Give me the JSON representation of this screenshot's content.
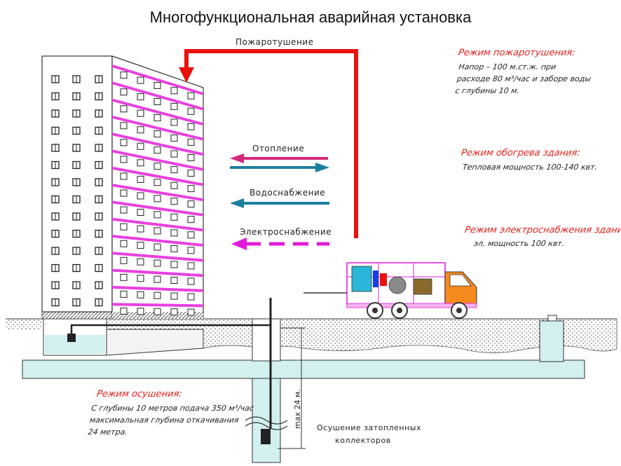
{
  "title": "Многофункциональная аварийная установка",
  "arrows": {
    "fire": "Пожаротушение",
    "heating": "Отопление",
    "water": "Водоснабжение",
    "power": "Электроснабжение"
  },
  "modes": {
    "fire": {
      "heading": "Режим пожаротушения:",
      "lines": [
        "Напор – 100 м.ст.ж. при",
        "расходе 80 м³/час и заборе воды",
        "с глубины 10 м."
      ]
    },
    "heating": {
      "heading": "Режим обогрева здания:",
      "lines": [
        "Тепловая мощность 100-140 квт."
      ]
    },
    "power": {
      "heading": "Режим электроснабжения здания",
      "lines": [
        "эл. мощность 100 квт."
      ]
    },
    "drain": {
      "heading": "Режим осушения:",
      "lines": [
        "С глубины 10 метров  подача 350 м³/час",
        "максимальная глубина откачивания",
        "24 метра."
      ]
    }
  },
  "depth_label": "max 24 м.",
  "drain_caption": [
    "Осушение затопленных",
    "коллекторов"
  ],
  "colors": {
    "fire": "#e8120c",
    "heating": "#d6287a",
    "water": "#1a7fa0",
    "power": "#e21bd8",
    "mode_heading": "#e3201b",
    "water_fill": "#d2f0f0",
    "building_stripe": "#e840e0",
    "truck_cab": "#f58a1f"
  }
}
